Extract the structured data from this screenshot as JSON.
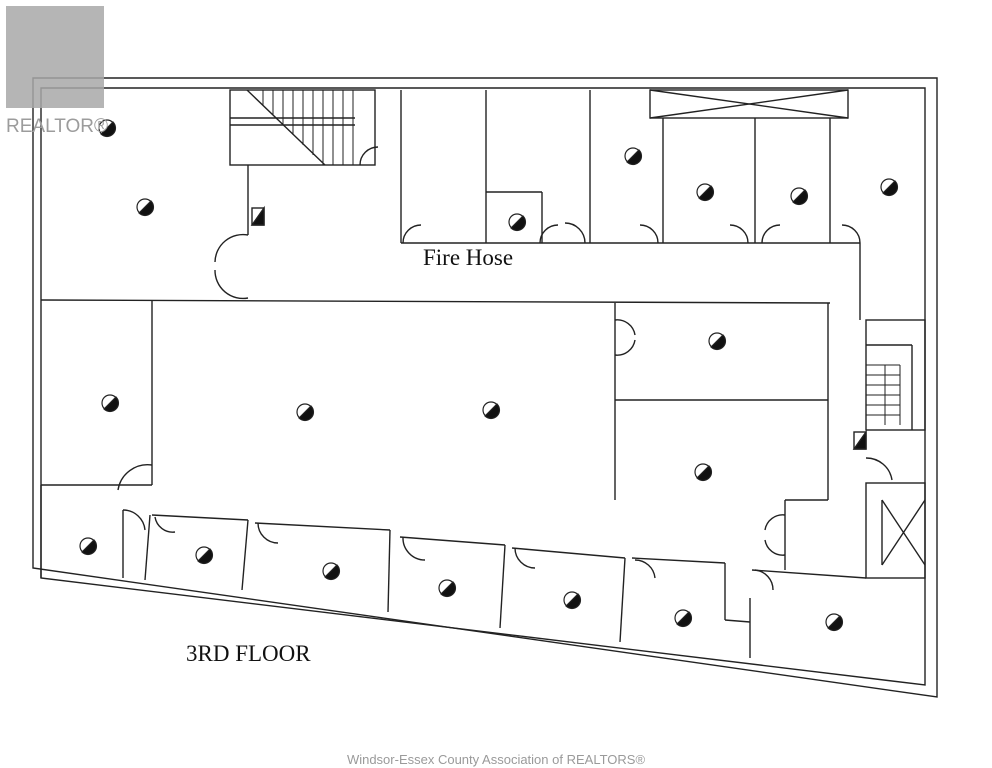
{
  "logo": {
    "text": "REALTOR®"
  },
  "plan": {
    "title": "3RD FLOOR",
    "labels": {
      "fire_hose": "Fire Hose"
    }
  },
  "footer": {
    "text": "Windsor-Essex County Association of REALTORS®"
  }
}
